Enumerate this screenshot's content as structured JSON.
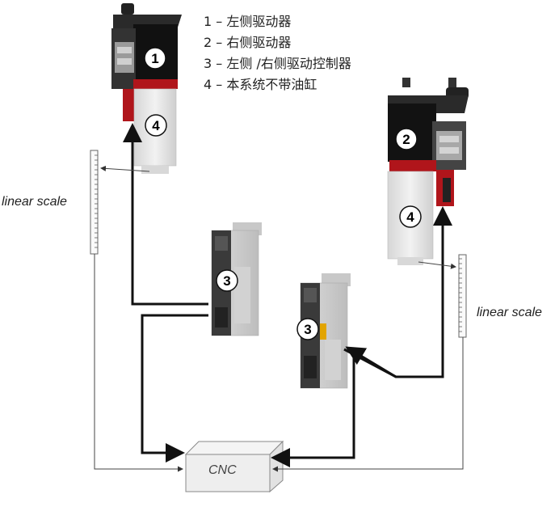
{
  "legend": {
    "items": [
      {
        "text": "1 – 左侧驱动器"
      },
      {
        "text": "2 – 右侧驱动器"
      },
      {
        "text": "3 – 左侧 /右侧驱动控制器"
      },
      {
        "text": "4 – 本系统不带油缸"
      }
    ]
  },
  "labels": {
    "linear_scale_left": "linear scale",
    "linear_scale_right": "linear scale",
    "cnc": "CNC"
  },
  "badges": {
    "drive_left": "1",
    "drive_right": "2",
    "cylinder_left": "4",
    "cylinder_right": "4",
    "controller_left": "3",
    "controller_right": "3"
  },
  "colors": {
    "drive_body": "#1c1c1c",
    "accent_red": "#b0151b",
    "cylinder": "#e6e6e6",
    "line": "#111111",
    "thin_line": "#777777",
    "cnc_box": "#eeeeee"
  }
}
